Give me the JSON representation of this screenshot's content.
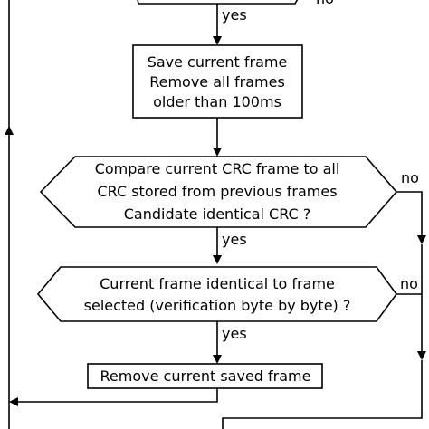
{
  "labels": {
    "top_no": "no",
    "top_yes": "yes",
    "crc_no": "no",
    "crc_yes": "yes",
    "verify_no": "no",
    "verify_yes": "yes"
  },
  "nodes": {
    "save_frame": [
      "Save current frame",
      "Remove all frames",
      "older than 100ms"
    ],
    "compare_crc": [
      "Compare current CRC frame to all",
      "CRC stored from previous frames",
      "Candidate identical CRC ?"
    ],
    "verify_frame": [
      "Current frame identical to frame",
      "selected (verification byte by byte) ?"
    ],
    "remove_frame": [
      "Remove current saved frame"
    ]
  }
}
